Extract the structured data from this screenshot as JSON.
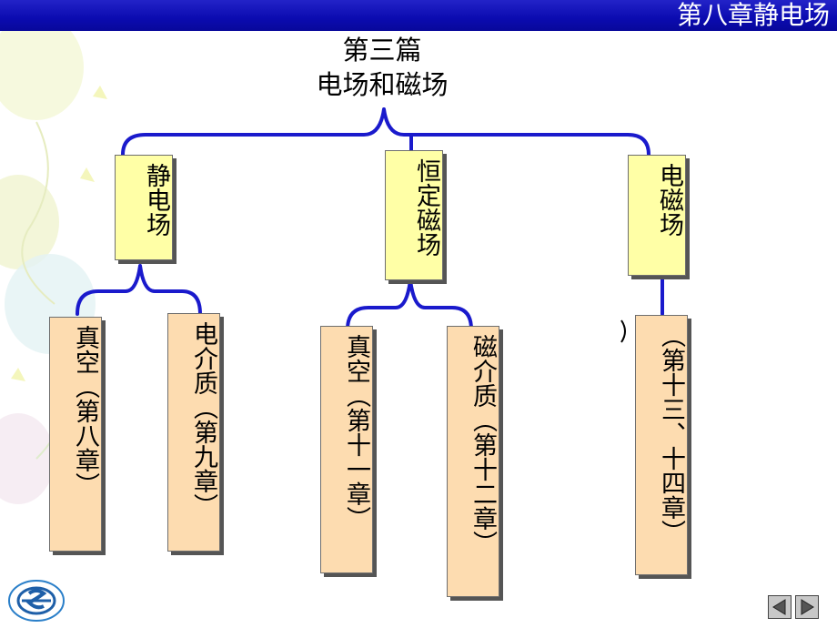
{
  "header": {
    "title": "第八章静电场"
  },
  "main": {
    "title_line1": "第三篇",
    "title_line2": "电场和磁场"
  },
  "branches": [
    {
      "label": "静电场",
      "children": [
        {
          "label": "真空（第八章）"
        },
        {
          "label": "电介质（第九章）"
        }
      ]
    },
    {
      "label": "恒定磁场",
      "children": [
        {
          "label": "真空（第十一章）"
        },
        {
          "label": "磁介质（第十二章）"
        }
      ]
    },
    {
      "label": "电磁场",
      "children": [
        {
          "label": "（第十三、十四章）"
        }
      ]
    }
  ],
  "colors": {
    "header": "#0b0bb0",
    "connector": "#1a1acc",
    "level1_box": "#ffffa6",
    "level2_box": "#fddcb0"
  },
  "nav": {
    "prev_icon": "triangle-left-icon",
    "next_icon": "triangle-right-icon"
  }
}
